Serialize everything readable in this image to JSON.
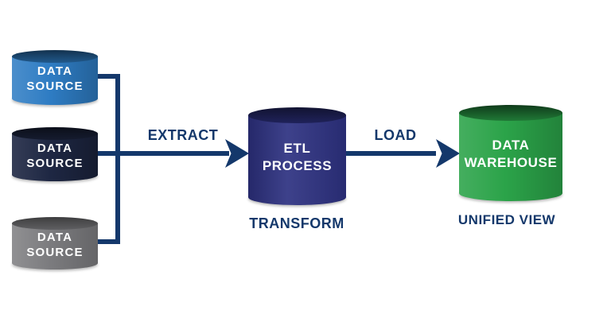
{
  "colors": {
    "accent": "#14386b",
    "source_blue": "#2e7cc3",
    "source_navy": "#1e2743",
    "source_gray": "#7b7b7e",
    "etl_indigo": "#2d3181",
    "warehouse_green": "#2ba349",
    "cylinder_text": "#ffffff",
    "background": "#ffffff"
  },
  "sources": [
    {
      "line1": "DATA",
      "line2": "SOURCE",
      "color": "blue"
    },
    {
      "line1": "DATA",
      "line2": "SOURCE",
      "color": "navy"
    },
    {
      "line1": "DATA",
      "line2": "SOURCE",
      "color": "gray"
    }
  ],
  "flow": {
    "extract_label": "EXTRACT",
    "load_label": "LOAD"
  },
  "etl": {
    "line1": "ETL",
    "line2": "PROCESS",
    "caption": "TRANSFORM"
  },
  "warehouse": {
    "line1": "DATA",
    "line2": "WAREHOUSE",
    "caption": "UNIFIED VIEW"
  }
}
